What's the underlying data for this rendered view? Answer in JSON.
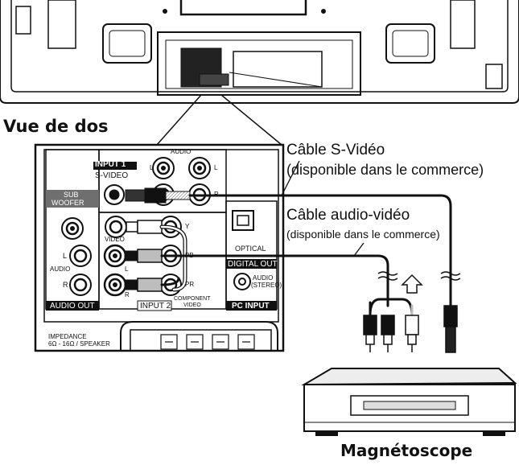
{
  "labels": {
    "back_view": "Vue de dos",
    "svideo_cable": "Câble S-Vidéo",
    "svideo_cable_note": "(disponible dans le commerce)",
    "av_cable": "Câble audio-vidéo",
    "av_cable_note": "(disponible dans le commerce)",
    "vcr": "Magnétoscope"
  },
  "panel": {
    "input1": "INPUT 1",
    "svideo": "S-VIDEO",
    "audio_top": "AUDIO",
    "sub": "SUB",
    "woofer": "WOOFER",
    "video": "VIDEO",
    "audio": "AUDIO",
    "audio_out": "AUDIO OUT",
    "input2": "INPUT 2",
    "component": "COMPONENT",
    "component_video": "VIDEO",
    "optical": "OPTICAL",
    "digital_out": "DIGITAL OUT",
    "audio_stereo_1": "AUDIO",
    "audio_stereo_2": "(STEREO)",
    "pc_input": "PC INPUT",
    "impedance": "IMPEDANCE",
    "impedance_range": "6Ω - 16Ω / SPEAKER",
    "L": "L",
    "R": "R",
    "Y": "Y",
    "PB": "PB",
    "PR": "PR"
  },
  "colors": {
    "line": "#111111",
    "panel_bg": "#ffffff",
    "label_bar": "#111111",
    "cable_white": "#ffffff",
    "cable_dark": "#222222",
    "cable_grey": "#bdbdbd"
  }
}
